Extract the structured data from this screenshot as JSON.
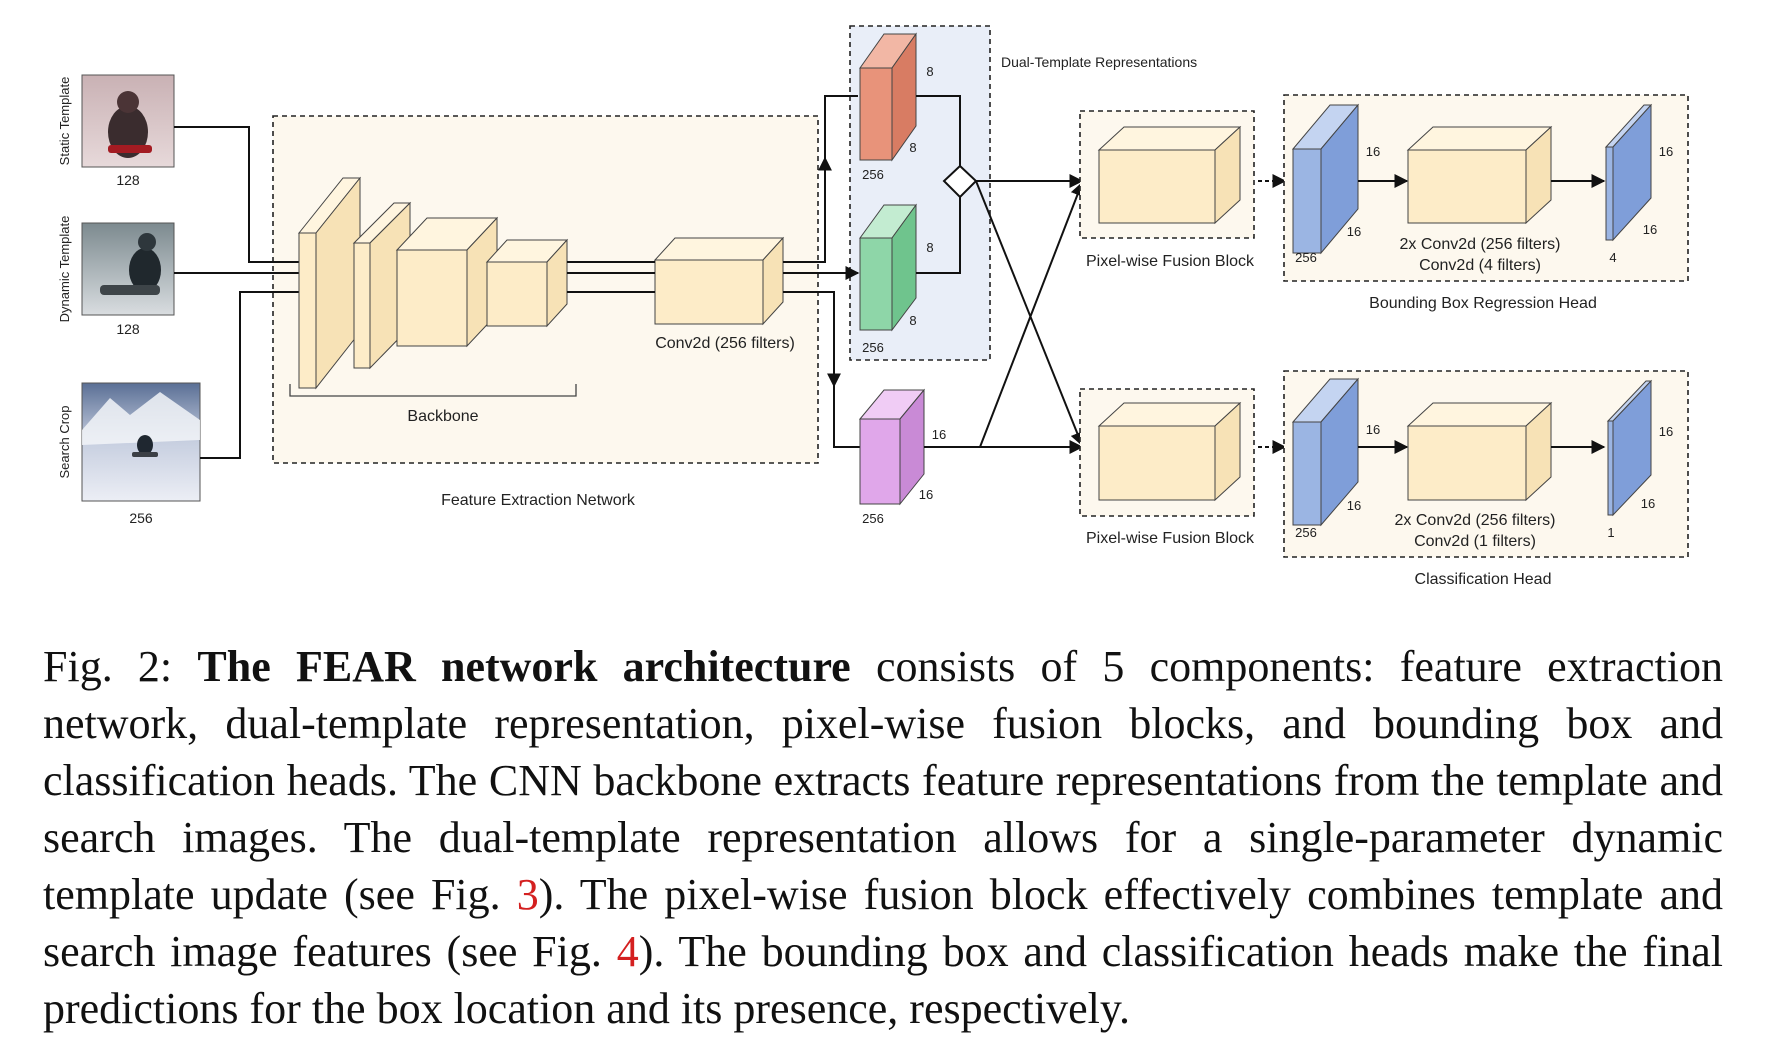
{
  "inputs": {
    "static": {
      "label": "Static Template",
      "size": "128"
    },
    "dynamic": {
      "label": "Dynamic Template",
      "size": "128"
    },
    "search": {
      "label": "Search Crop",
      "size": "256"
    }
  },
  "feature_extraction": {
    "title": "Feature Extraction Network",
    "backbone_label": "Backbone",
    "conv_label": "Conv2d (256 filters)"
  },
  "dual_template": {
    "title": "Dual-Template Representations",
    "static_dims": {
      "depth": "256",
      "height": "8",
      "width": "8"
    },
    "dynamic_dims": {
      "depth": "256",
      "height": "8",
      "width": "8"
    }
  },
  "search_feature_dims": {
    "depth": "256",
    "height": "16",
    "width": "16"
  },
  "fusion": {
    "top_label": "Pixel-wise Fusion Block",
    "bottom_label": "Pixel-wise Fusion Block"
  },
  "bbox_head": {
    "title": "Bounding Box Regression Head",
    "in_dims": {
      "depth": "256",
      "height": "16",
      "width": "16"
    },
    "conv_line1": "2x Conv2d (256 filters)",
    "conv_line2": "Conv2d (4 filters)",
    "out_dims": {
      "depth": "4",
      "height": "16",
      "width": "16"
    }
  },
  "cls_head": {
    "title": "Classification Head",
    "in_dims": {
      "depth": "256",
      "height": "16",
      "width": "16"
    },
    "conv_line1": "2x Conv2d (256 filters)",
    "conv_line2": "Conv2d (1 filters)",
    "out_dims": {
      "depth": "1",
      "height": "16",
      "width": "16"
    }
  },
  "colors": {
    "cube_yellow": "#fdecc8",
    "cube_red": "#e8937a",
    "cube_green": "#8ed6a8",
    "cube_purple": "#e0a7ea",
    "cube_blue": "#9bb5e3",
    "panel_fill": "#fdf8ee",
    "dual_panel_fill": "#e9eef8",
    "ref_red": "#d42020"
  },
  "caption": {
    "prefix": "Fig. 2: ",
    "bold": "The FEAR network architecture",
    "part1": " consists of 5 components: feature extraction network, dual-template representation, pixel-wise fusion blocks, and bounding box and classification heads. The CNN backbone extracts feature representations from the template and search images. The dual-template representation allows for a single-parameter dynamic template update (see Fig. ",
    "ref1": "3",
    "part2": "). The pixel-wise fusion block effectively combines template and search image features (see Fig. ",
    "ref2": "4",
    "part3": "). The bounding box and classification heads make the final predictions for the box location and its presence, respectively."
  }
}
